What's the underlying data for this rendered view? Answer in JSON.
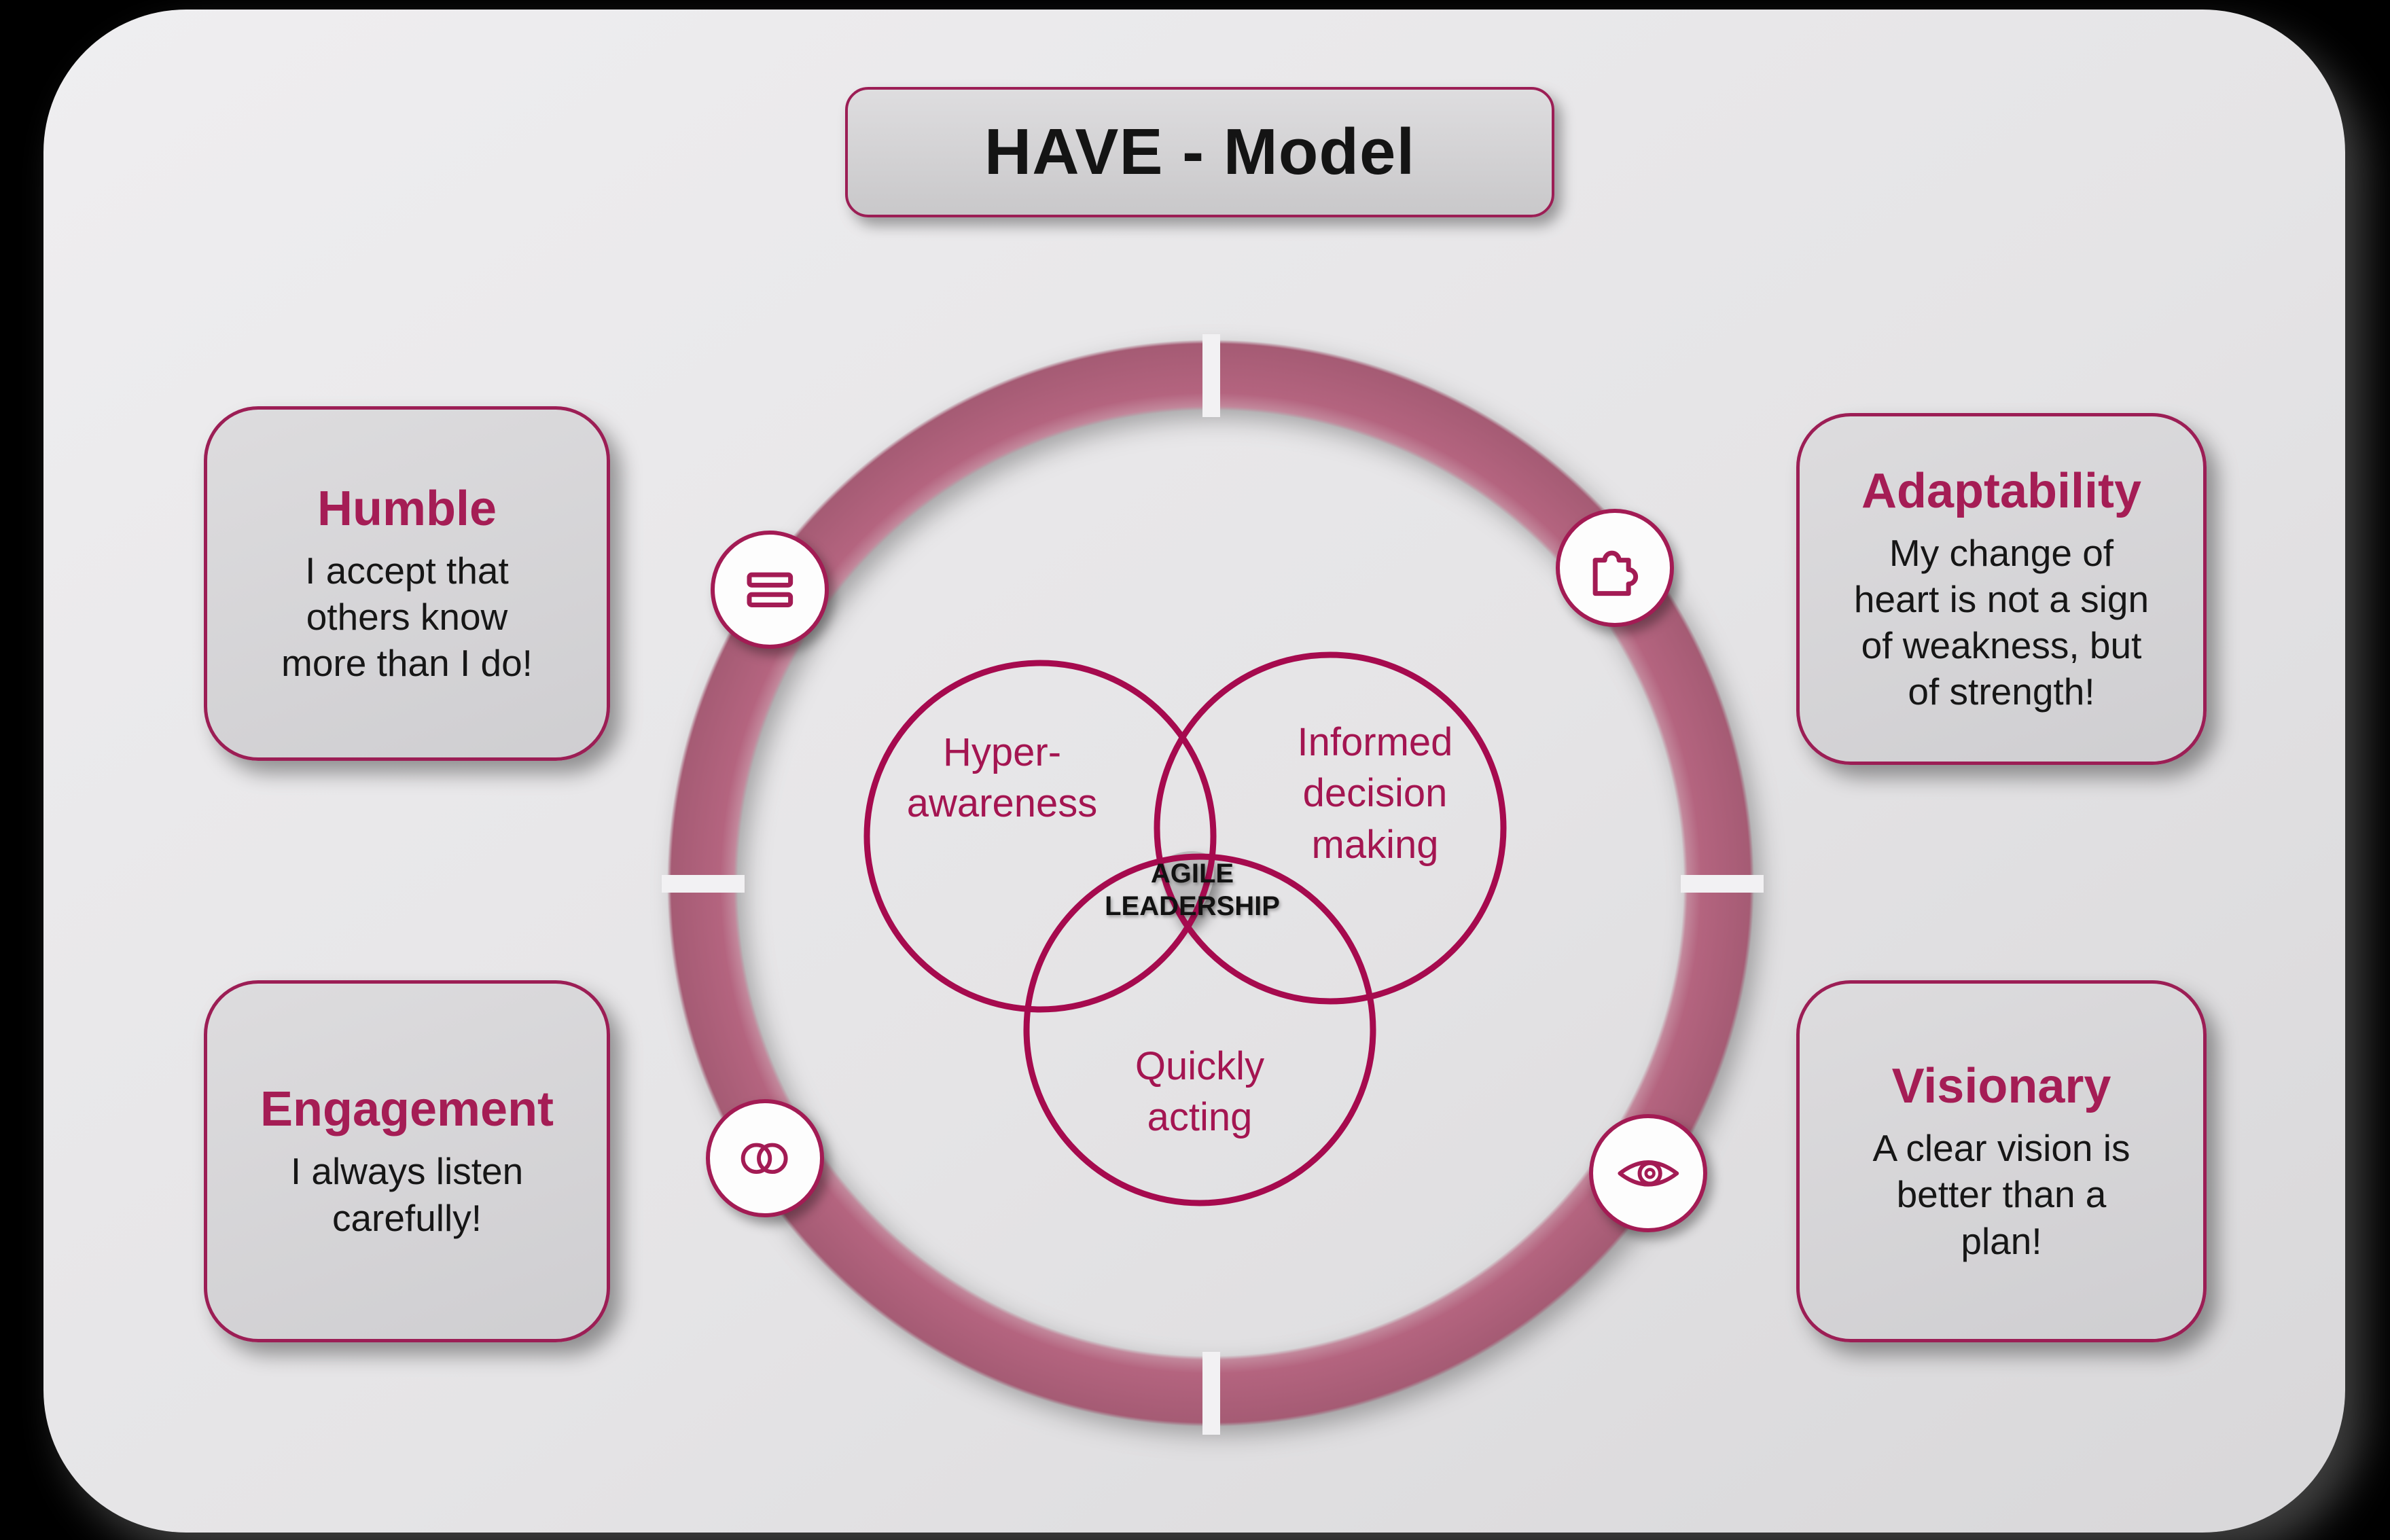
{
  "title": "HAVE - Model",
  "center_model": {
    "center_label": "AGILE\nLEADERSHIP",
    "venn_circles": [
      {
        "label": "Hyper-\nawareness"
      },
      {
        "label": "Informed\ndecision\nmaking"
      },
      {
        "label": "Quickly\nacting"
      }
    ]
  },
  "boxes": [
    {
      "key": "humble",
      "title": "Humble",
      "body": "I accept that\nothers know\nmore than I do!",
      "icon": "equals-icon"
    },
    {
      "key": "adaptability",
      "title": "Adaptability",
      "body": "My change of\nheart is not a sign\nof weakness, but\nof strength!",
      "icon": "puzzle-piece-icon"
    },
    {
      "key": "engagement",
      "title": "Engagement",
      "body": "I always listen\ncarefully!",
      "icon": "overlapping-circles-icon"
    },
    {
      "key": "visionary",
      "title": "Visionary",
      "body": "A clear vision is\nbetter than a\nplan!",
      "icon": "eye-icon"
    }
  ],
  "colors": {
    "background": "#000000",
    "card": "#e6e5e7",
    "box_fill": "#d6d5d7",
    "accent_maroon": "#a31b54",
    "venn_stroke": "#a60a4e",
    "ring": "#b4647f",
    "text_dark": "#1a1a1a"
  }
}
